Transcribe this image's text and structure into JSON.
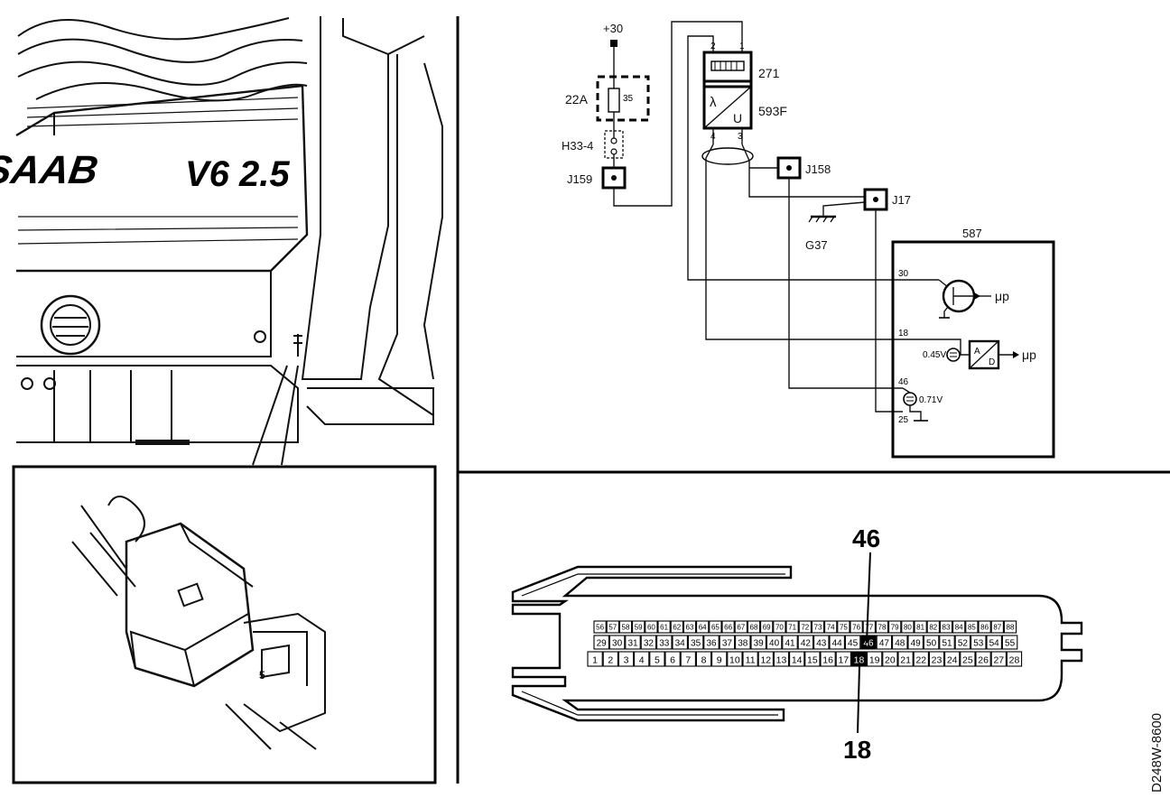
{
  "engine_view": {
    "brand_badge": "SAAB",
    "engine_badge": "V6 2.5"
  },
  "circuit": {
    "supply": "+30",
    "fuse": {
      "label": "22A",
      "rating": "35"
    },
    "connectors": {
      "h33": "H33-4",
      "j159": "J159",
      "j158": "J158",
      "j17": "J17"
    },
    "ground": "G37",
    "relay": {
      "label": "271",
      "pins": [
        "2",
        "1"
      ]
    },
    "sensor": {
      "label": "593F",
      "symbol_left": "λ",
      "symbol_right": "U",
      "pins": [
        "4",
        "3"
      ]
    },
    "ecu": {
      "label": "587",
      "pin30": "30",
      "pin18": "18",
      "pin46": "46",
      "pin25": "25",
      "volt1": "0.45V",
      "volt2": "0.71V",
      "adc_a": "A",
      "adc_d": "D",
      "out1": "μp",
      "out2": "μp"
    }
  },
  "connector_face": {
    "callout_top": "46",
    "callout_bottom": "18",
    "row_top": [
      "56",
      "57",
      "58",
      "59",
      "60",
      "61",
      "62",
      "63",
      "64",
      "65",
      "66",
      "67",
      "68",
      "69",
      "70",
      "71",
      "72",
      "73",
      "74",
      "75",
      "76",
      "77",
      "78",
      "79",
      "80",
      "81",
      "82",
      "83",
      "84",
      "85",
      "86",
      "87",
      "88"
    ],
    "row_mid": [
      "29",
      "30",
      "31",
      "32",
      "33",
      "34",
      "35",
      "36",
      "37",
      "38",
      "39",
      "40",
      "41",
      "42",
      "43",
      "44",
      "45",
      "46",
      "47",
      "48",
      "49",
      "50",
      "51",
      "52",
      "53",
      "54",
      "55"
    ],
    "row_bot": [
      "1",
      "2",
      "3",
      "4",
      "5",
      "6",
      "7",
      "8",
      "9",
      "10",
      "11",
      "12",
      "13",
      "14",
      "15",
      "16",
      "17",
      "18",
      "19",
      "20",
      "21",
      "22",
      "23",
      "24",
      "25",
      "26",
      "27",
      "28"
    ]
  },
  "figure_code": "D248W-8600"
}
